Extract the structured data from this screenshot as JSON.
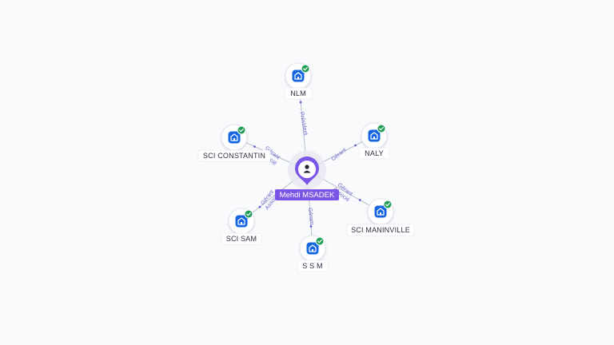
{
  "graph": {
    "center": {
      "name": "Mehdi MSADEK",
      "icon": "person-icon"
    },
    "companies": [
      {
        "id": "nlm",
        "name": "NLM",
        "relation": [
          "Président"
        ],
        "verified": true
      },
      {
        "id": "naly",
        "name": "NALY",
        "relation": [
          "Gérant"
        ],
        "verified": true
      },
      {
        "id": "sci-maninville",
        "name": "SCI MANINVILLE",
        "relation": [
          "Gérant",
          "Associé"
        ],
        "verified": true
      },
      {
        "id": "ssm",
        "name": "S S M",
        "relation": [
          "Gérant"
        ],
        "verified": true
      },
      {
        "id": "sci-sam",
        "name": "SCI SAM",
        "relation": [
          "Gérant",
          "Associé"
        ],
        "verified": true
      },
      {
        "id": "sci-constantin",
        "name": "SCI CONSTANTIN",
        "relation": [
          "Gérant",
          "Associé"
        ],
        "verified": true
      }
    ],
    "colors": {
      "accent": "#7b55e6",
      "company_icon": "#1565e0",
      "verified": "#1f9d55",
      "edge": "#b9bed0",
      "edge_label": "#6d63c9"
    }
  }
}
